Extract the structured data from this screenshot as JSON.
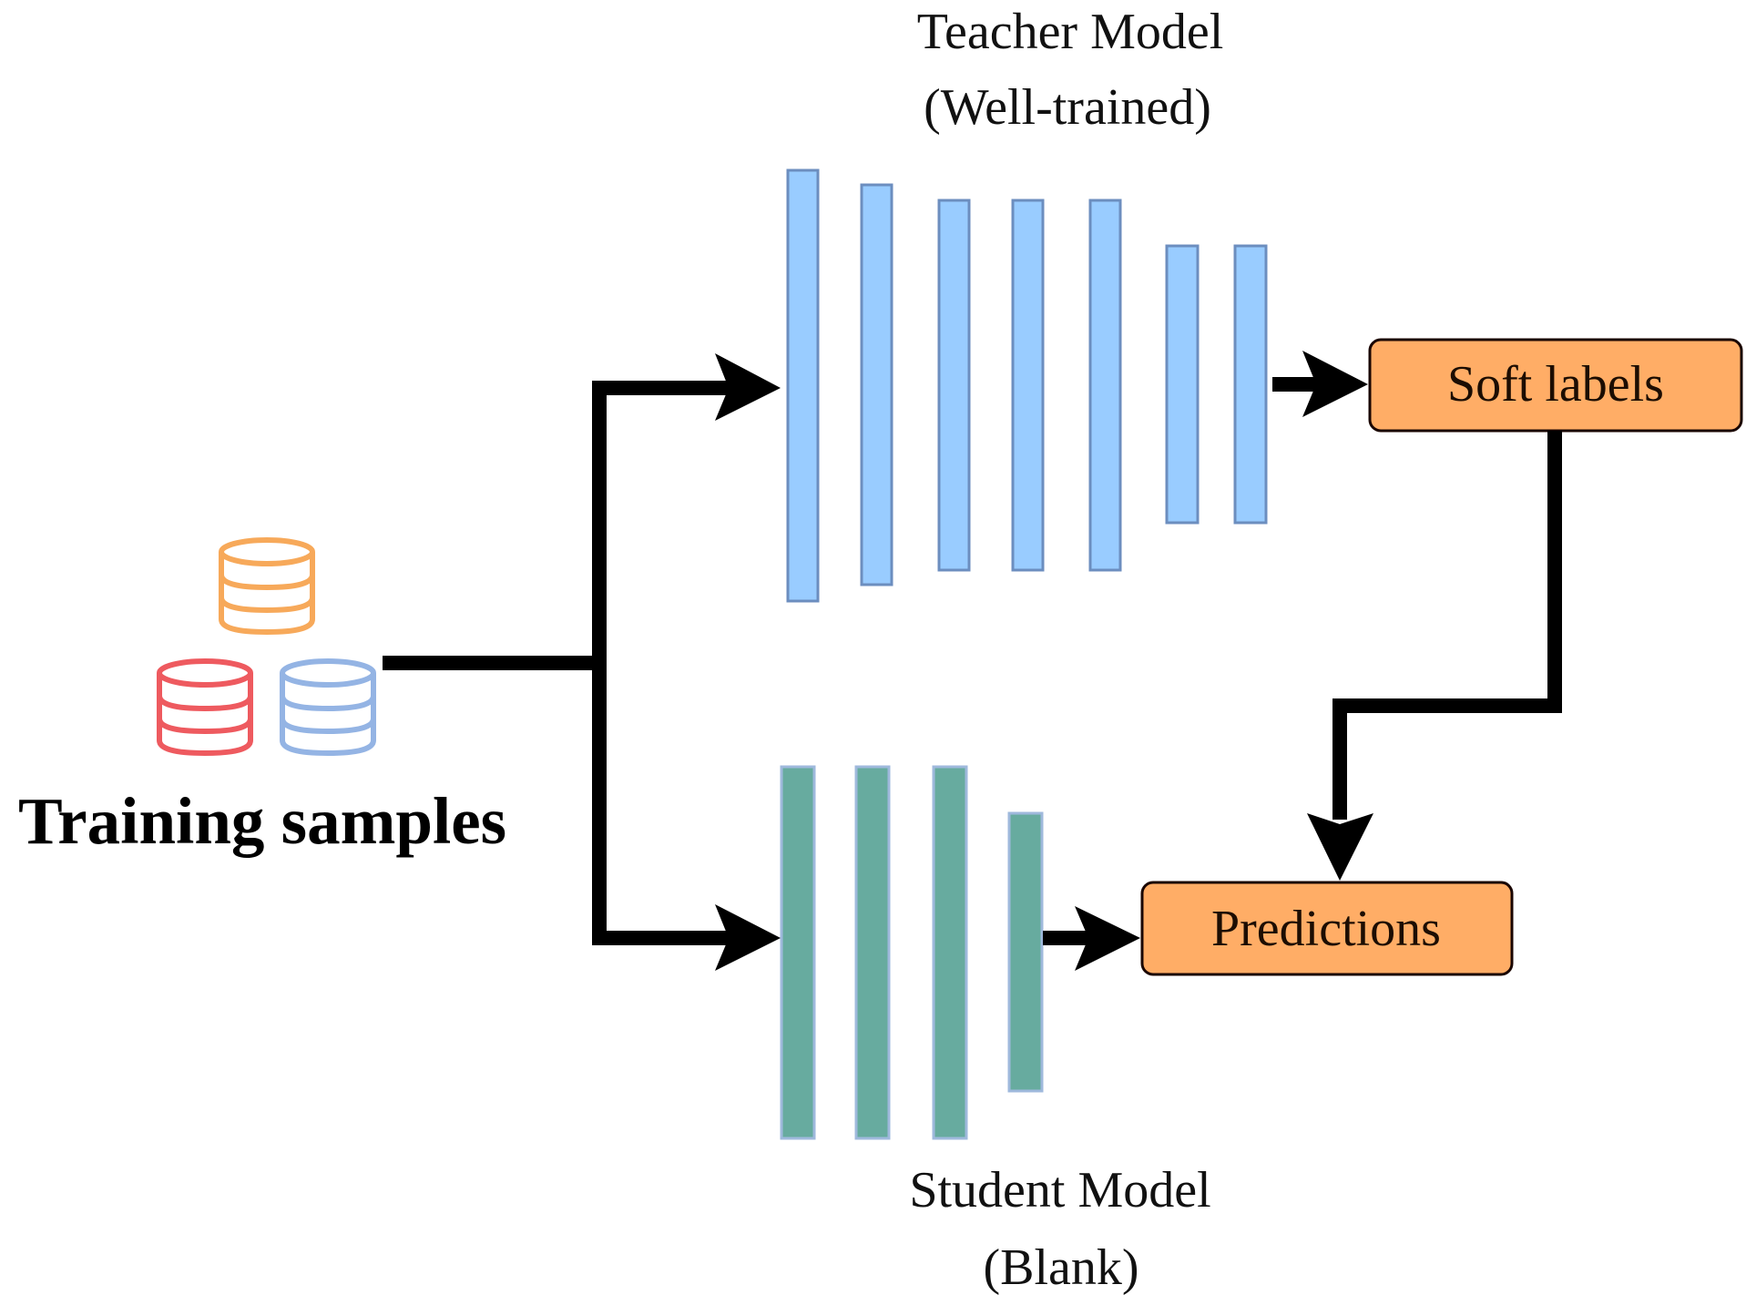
{
  "diagram": {
    "title": "Knowledge distillation: teacher-student training",
    "training": {
      "label": "Training samples",
      "icon": "database-stack-icon",
      "databases": [
        {
          "name": "database-orange-icon",
          "color": "#F7A95A"
        },
        {
          "name": "database-red-icon",
          "color": "#EE5A5F"
        },
        {
          "name": "database-blue-icon",
          "color": "#94B4E4"
        }
      ]
    },
    "teacher": {
      "title": "Teacher Model",
      "subtitle": "(Well-trained)",
      "layer_count": 7,
      "fill_color": "#99CCFF",
      "border_color": "#6C8EBF"
    },
    "student": {
      "title": "Student Model",
      "subtitle": "(Blank)",
      "layer_count": 4,
      "fill_color": "#67AB9F",
      "border_color": "#9FB9DC"
    },
    "boxes": {
      "soft_labels": "Soft labels",
      "predictions": "Predictions",
      "fill_color": "#FFAD66"
    },
    "edges": [
      {
        "from": "Training samples",
        "to": "Teacher Model"
      },
      {
        "from": "Training samples",
        "to": "Student Model"
      },
      {
        "from": "Teacher Model",
        "to": "Soft labels"
      },
      {
        "from": "Student Model",
        "to": "Predictions"
      },
      {
        "from": "Soft labels",
        "to": "Predictions"
      }
    ]
  }
}
